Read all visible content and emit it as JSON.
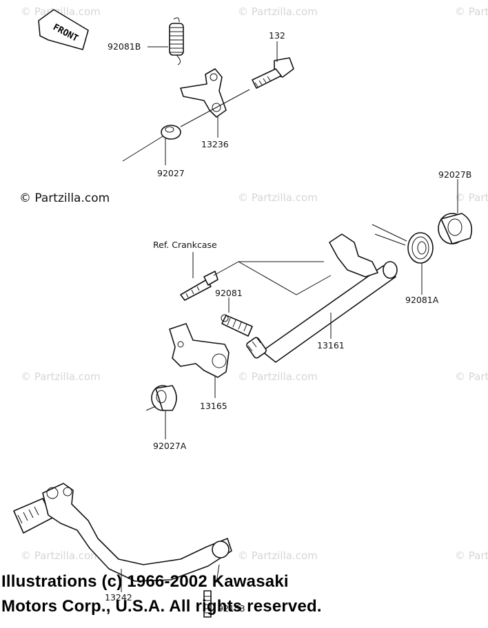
{
  "diagram": {
    "front_label": "FRONT",
    "watermark": "© Partzilla.com",
    "watermark_main": "© Partzilla.com",
    "labels": {
      "p92081B": "92081B",
      "p132": "132",
      "p13236": "13236",
      "p92027": "92027",
      "p92027B": "92027B",
      "ref": "Ref. Crankcase",
      "p92081": "92081",
      "p92081A": "92081A",
      "p13161": "13161",
      "p13165": "13165",
      "p92027A": "92027A",
      "p13242": "13242",
      "p92153": "92153"
    },
    "copyright_line1": "Illustrations (c) 1966-2002 Kawasaki",
    "copyright_line2": "Motors Corp., U.S.A. All rights reserved."
  }
}
